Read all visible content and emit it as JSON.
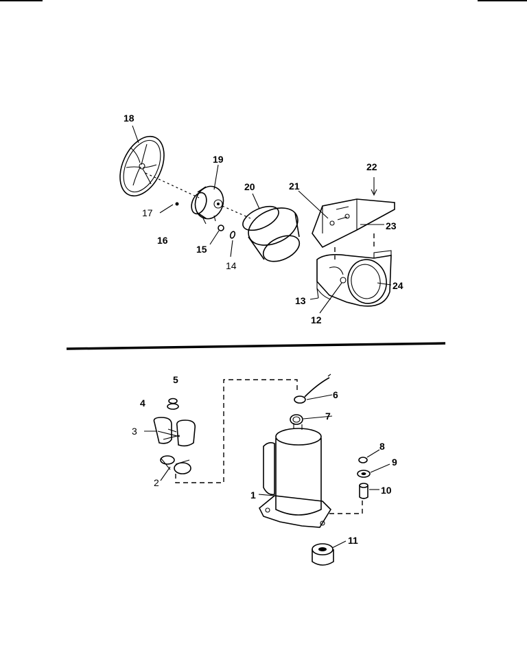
{
  "callouts": {
    "p1": "1",
    "p2": "2",
    "p3": "3",
    "p4": "4",
    "p5": "5",
    "p6": "6",
    "p7": "7",
    "p8": "8",
    "p9": "9",
    "p10": "10",
    "p11": "11",
    "p12": "12",
    "p13": "13",
    "p14": "14",
    "p15": "15",
    "p16": "16",
    "p17": "17",
    "p18": "18",
    "p19": "19",
    "p20": "20",
    "p21": "21",
    "p22": "22",
    "p23": "23",
    "p24": "24"
  },
  "colors": {
    "ink": "#000000",
    "paper": "#ffffff"
  }
}
